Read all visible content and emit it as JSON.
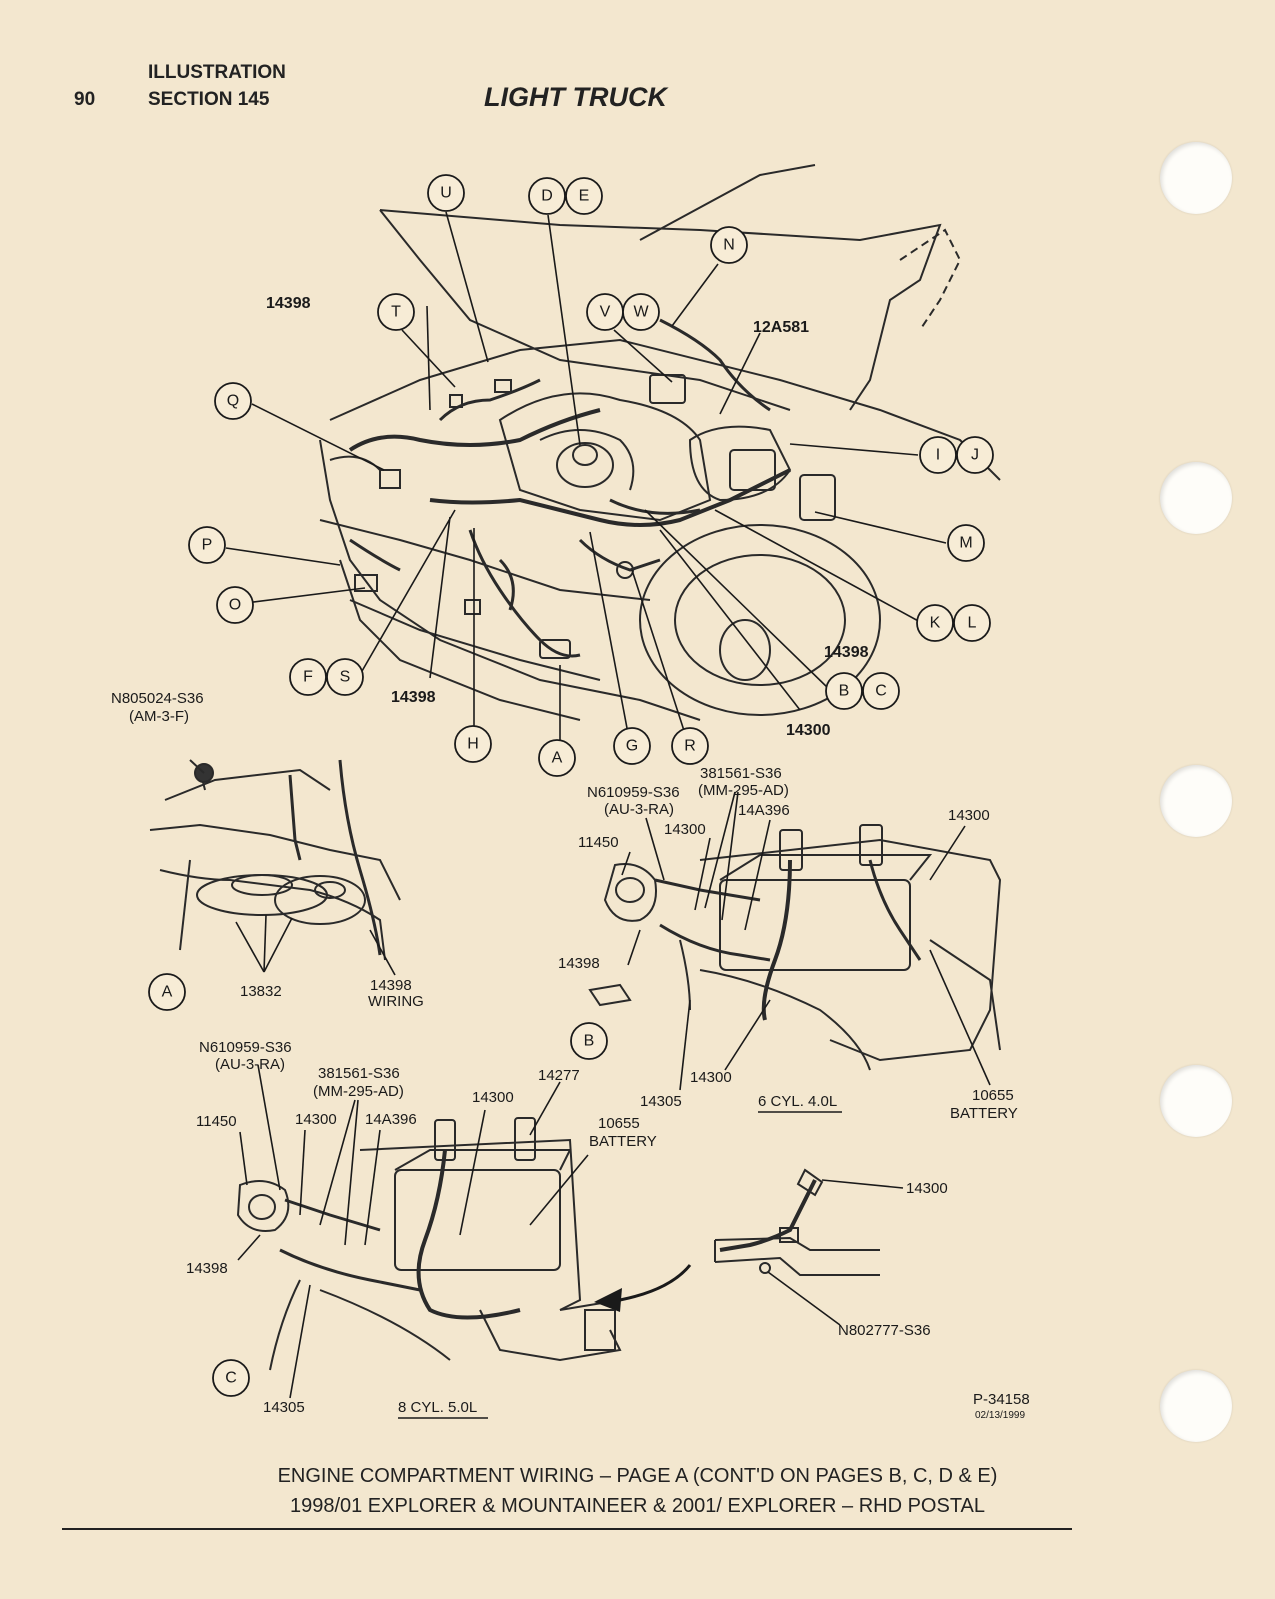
{
  "header": {
    "page_number": "90",
    "illustration": "ILLUSTRATION",
    "section": "SECTION 145",
    "title": "LIGHT TRUCK"
  },
  "callouts": {
    "U": "U",
    "D": "D",
    "E": "E",
    "N": "N",
    "T": "T",
    "V": "V",
    "W": "W",
    "Q": "Q",
    "I": "I",
    "J": "J",
    "M": "M",
    "P": "P",
    "O": "O",
    "K": "K",
    "L": "L",
    "F": "F",
    "S": "S",
    "B": "B",
    "C": "C",
    "H": "H",
    "A": "A",
    "G": "G",
    "R": "R",
    "detail_A": "A",
    "detail_B": "B",
    "detail_C": "C"
  },
  "main_labels": {
    "p14398_top": "14398",
    "p12A581": "12A581",
    "p14398_right": "14398",
    "p14300_main": "14300",
    "p14398_bottom": "14398"
  },
  "detail_a": {
    "nut_line1": "N805024-S36",
    "nut_line2": "(AM-3-F)",
    "horn": "13832",
    "wiring_line1": "14398",
    "wiring_line2": "WIRING"
  },
  "detail_b": {
    "bolt_line1": "381561-S36",
    "bolt_line2": "(MM-295-AD)",
    "nut_line1": "N610959-S36",
    "nut_line2": "(AU-3-RA)",
    "p14A396": "14A396",
    "p14300_a": "14300",
    "p14300_b": "14300",
    "p11450": "11450",
    "p14398": "14398",
    "p14300_c": "14300",
    "p14305": "14305",
    "engine": "6 CYL. 4.0L",
    "battery_num": "10655",
    "battery_name": "BATTERY"
  },
  "detail_c": {
    "nut_line1": "N610959-S36",
    "nut_line2": "(AU-3-RA)",
    "bolt_line1": "381561-S36",
    "bolt_line2": "(MM-295-AD)",
    "p14277": "14277",
    "p11450": "11450",
    "p14300_a": "14300",
    "p14A396": "14A396",
    "p14300_b": "14300",
    "battery_num": "10655",
    "battery_name": "BATTERY",
    "p14398": "14398",
    "p14305": "14305",
    "engine": "8 CYL. 5.0L"
  },
  "detail_ground": {
    "p14300": "14300",
    "screw": "N802777-S36"
  },
  "figure_id": {
    "code": "P-34158",
    "date": "02/13/1999"
  },
  "caption": {
    "line1": "ENGINE COMPARTMENT WIRING – PAGE A (CONT'D ON PAGES B, C, D & E)",
    "line2": "1998/01 EXPLORER & MOUNTAINEER & 2001/ EXPLORER – RHD POSTAL"
  },
  "colors": {
    "paper": "#f3e7cf",
    "ink": "#1a1a1a",
    "hole": "#fefdf9"
  }
}
